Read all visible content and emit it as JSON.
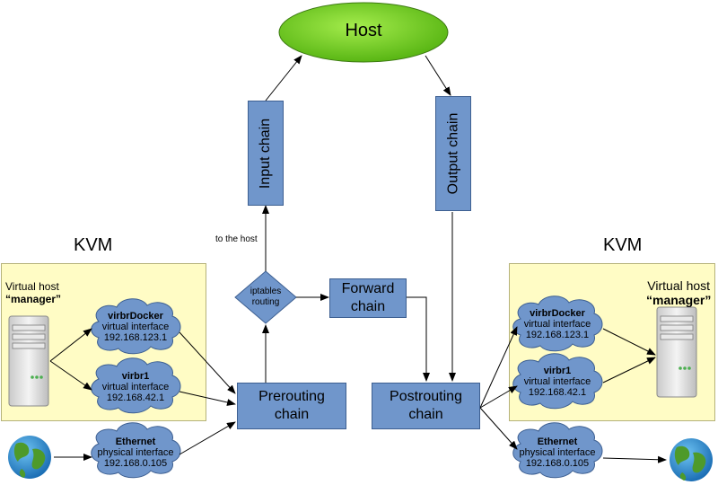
{
  "host": {
    "label": "Host"
  },
  "chains": {
    "input": "Input chain",
    "output": "Output chain",
    "forward_line1": "Forward",
    "forward_line2": "chain",
    "prerouting_line1": "Prerouting",
    "prerouting_line2": "chain",
    "postrouting_line1": "Postrouting",
    "postrouting_line2": "chain"
  },
  "routing": {
    "line1": "iptables",
    "line2": "routing"
  },
  "to_host_label": "to the host",
  "left_kvm": {
    "title": "KVM",
    "virtual_host_line1": "Virtual host",
    "virtual_host_line2": "“manager”",
    "iface1": {
      "name": "virbrDocker",
      "type": "virtual interface",
      "ip": "192.168.123.1"
    },
    "iface2": {
      "name": "virbr1",
      "type": "virtual interface",
      "ip": "192.168.42.1"
    }
  },
  "right_kvm": {
    "title": "KVM",
    "virtual_host_line1": "Virtual host",
    "virtual_host_line2": "“manager”",
    "iface1": {
      "name": "virbrDocker",
      "type": "virtual interface",
      "ip": "192.168.123.1"
    },
    "iface2": {
      "name": "virbr1",
      "type": "virtual interface",
      "ip": "192.168.42.1"
    }
  },
  "left_ethernet": {
    "name": "Ethernet",
    "type": "physical interface",
    "ip": "192.168.0.105"
  },
  "right_ethernet": {
    "name": "Ethernet",
    "type": "physical interface",
    "ip": "192.168.0.105"
  },
  "colors": {
    "chain_fill": "#7096cb",
    "cloud_fill": "#7096cb",
    "host_fill": "#7ed321",
    "kvm_fill": "#fffcc5"
  }
}
